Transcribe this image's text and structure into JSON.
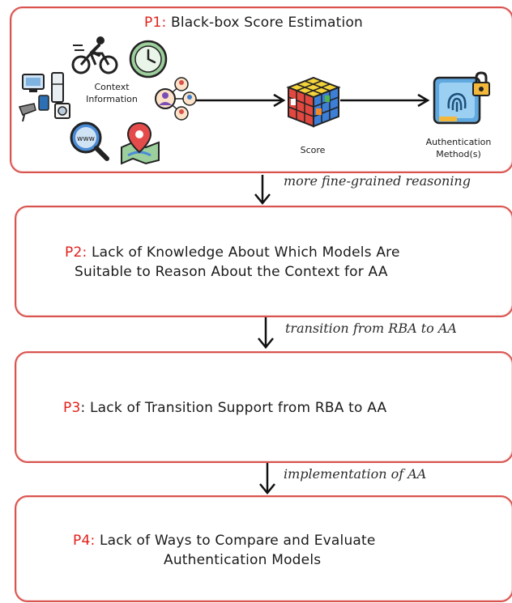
{
  "p1": {
    "prefix": "P1:",
    "title": " Black-box Score Estimation",
    "context_label_line1": "Context",
    "context_label_line2": "Information",
    "score_label": "Score",
    "auth_label_line1": "Authentication",
    "auth_label_line2": "Method(s)"
  },
  "arrow1": {
    "label": "more fine-grained reasoning"
  },
  "p2": {
    "prefix": "P2:",
    "line1": " Lack of Knowledge About Which Models Are",
    "line2": "Suitable to Reason About the Context for AA"
  },
  "arrow2": {
    "label": "transition from RBA to AA"
  },
  "p3": {
    "prefix": "P3",
    "title": ": Lack of Transition Support from RBA to AA"
  },
  "arrow3": {
    "label": "implementation of AA"
  },
  "p4": {
    "prefix": "P4:",
    "line1": " Lack of Ways to Compare and Evaluate",
    "line2": "Authentication Models"
  },
  "colors": {
    "box_border": "#d9534f",
    "prefix_red": "#e0201b"
  },
  "icons": [
    "computer-devices-icon",
    "cyclist-icon",
    "clock-icon",
    "people-network-icon",
    "www-search-icon",
    "map-pin-icon",
    "rubiks-cube-icon",
    "fingerprint-lock-icon"
  ]
}
